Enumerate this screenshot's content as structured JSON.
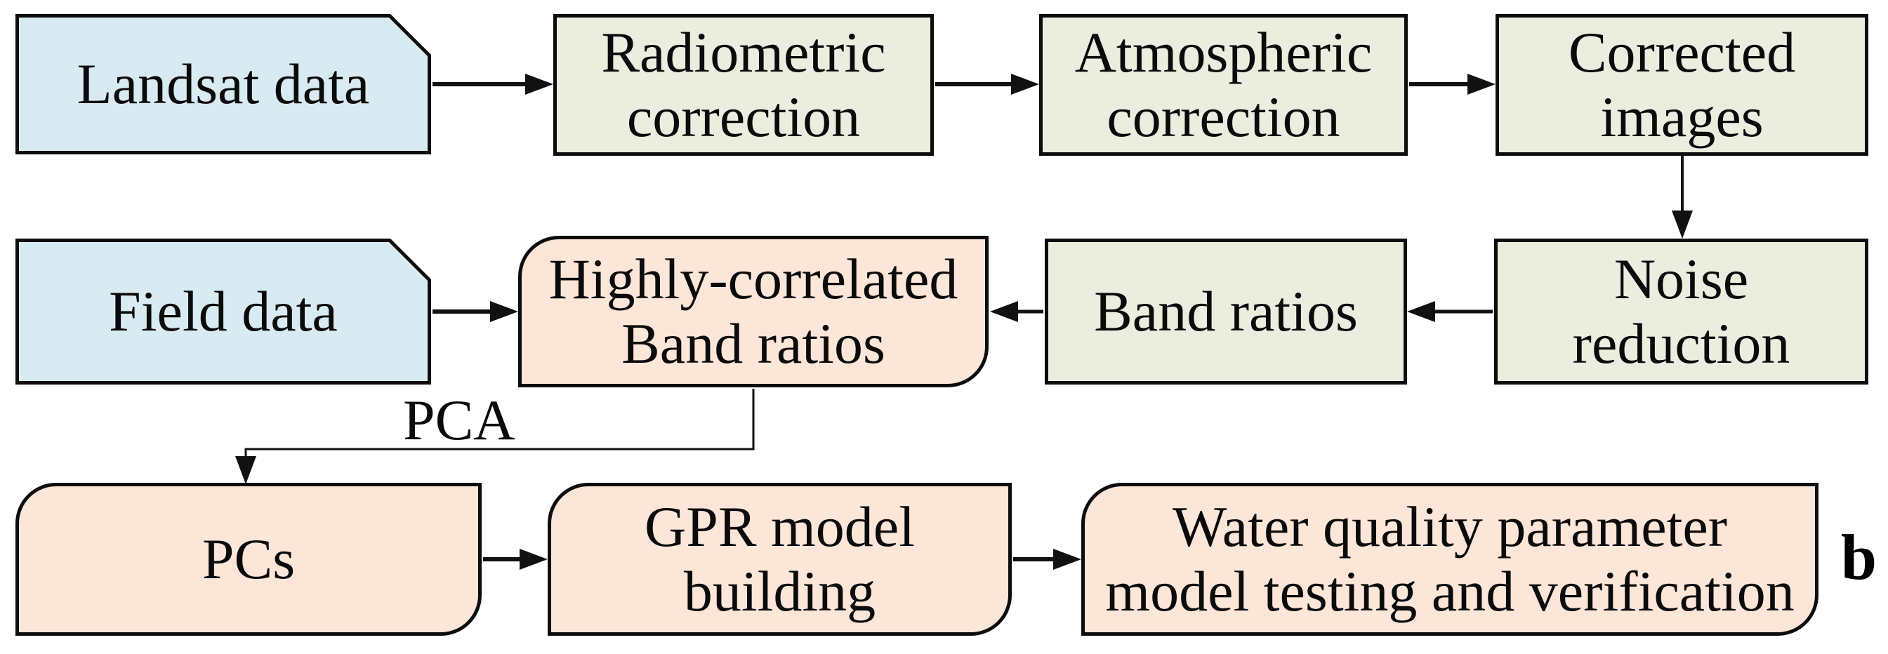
{
  "diagram": {
    "type": "flowchart",
    "subfigure_label": "b",
    "colors": {
      "data_node_fill": "#d9ebf2",
      "process_node_fill": "#ebeedf",
      "result_node_fill": "#fbe6d8",
      "border": "#0d0d0d",
      "arrow": "#111111",
      "background": "#ffffff"
    },
    "nodes": [
      {
        "id": "landsat",
        "label": "Landsat data",
        "shape": "snipped-corner-rect",
        "fill": "#d9ebf2"
      },
      {
        "id": "radiometric",
        "label": "Radiometric\ncorrection",
        "shape": "rect",
        "fill": "#ebeedf"
      },
      {
        "id": "atmospheric",
        "label": "Atmospheric\ncorrection",
        "shape": "rect",
        "fill": "#ebeedf"
      },
      {
        "id": "corrected",
        "label": "Corrected\nimages",
        "shape": "rect",
        "fill": "#ebeedf"
      },
      {
        "id": "field",
        "label": "Field data",
        "shape": "snipped-corner-rect",
        "fill": "#d9ebf2"
      },
      {
        "id": "highly",
        "label": "Highly-correlated\nBand ratios",
        "shape": "round-diagonal-rect",
        "fill": "#fbe6d8"
      },
      {
        "id": "bandratios",
        "label": "Band ratios",
        "shape": "rect",
        "fill": "#ebeedf"
      },
      {
        "id": "noise",
        "label": "Noise\nreduction",
        "shape": "rect",
        "fill": "#ebeedf"
      },
      {
        "id": "pcs",
        "label": "PCs",
        "shape": "round-diagonal-rect",
        "fill": "#fbe6d8"
      },
      {
        "id": "gpr",
        "label": "GPR model\nbuilding",
        "shape": "round-diagonal-rect",
        "fill": "#fbe6d8"
      },
      {
        "id": "water",
        "label": "Water quality parameter\nmodel testing and verification",
        "shape": "round-diagonal-rect",
        "fill": "#fbe6d8"
      }
    ],
    "edges": [
      {
        "from": "landsat",
        "to": "radiometric",
        "label": ""
      },
      {
        "from": "radiometric",
        "to": "atmospheric",
        "label": ""
      },
      {
        "from": "atmospheric",
        "to": "corrected",
        "label": ""
      },
      {
        "from": "corrected",
        "to": "noise",
        "label": ""
      },
      {
        "from": "noise",
        "to": "bandratios",
        "label": ""
      },
      {
        "from": "bandratios",
        "to": "highly",
        "label": ""
      },
      {
        "from": "field",
        "to": "highly",
        "label": ""
      },
      {
        "from": "highly",
        "to": "pcs",
        "label": "PCA"
      },
      {
        "from": "pcs",
        "to": "gpr",
        "label": ""
      },
      {
        "from": "gpr",
        "to": "water",
        "label": ""
      }
    ]
  }
}
